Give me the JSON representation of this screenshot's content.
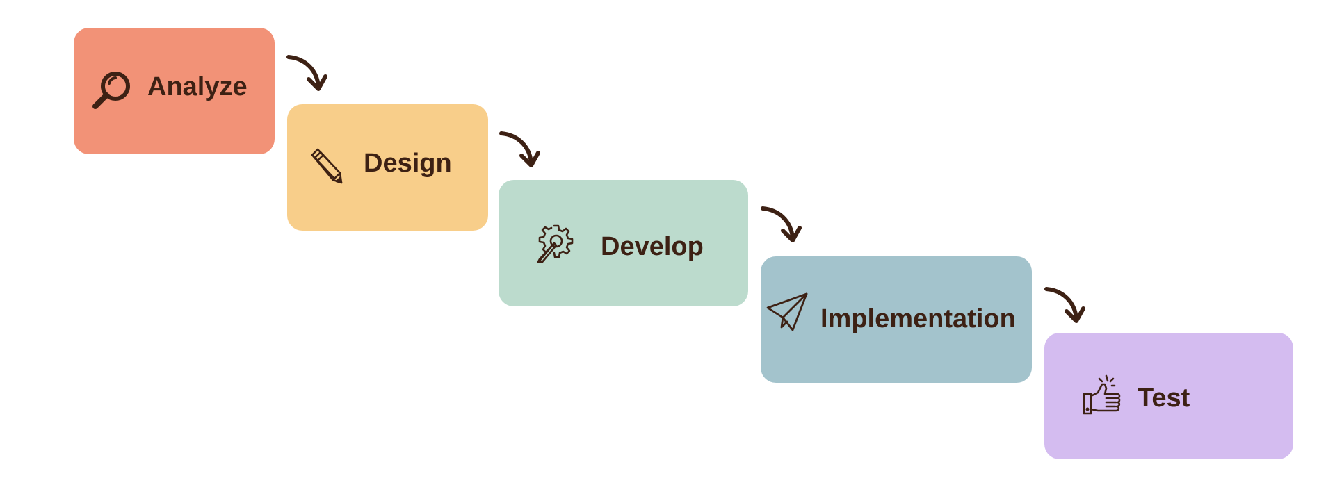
{
  "steps": [
    {
      "label": "Analyze",
      "icon": "magnifier-icon",
      "color": "#f29277"
    },
    {
      "label": "Design",
      "icon": "pencil-icon",
      "color": "#f8ce8a"
    },
    {
      "label": "Develop",
      "icon": "gear-pencil-icon",
      "color": "#bcdbcd"
    },
    {
      "label": "Implementation",
      "icon": "paper-plane-icon",
      "color": "#a3c3cc"
    },
    {
      "label": "Test",
      "icon": "thumbs-up-icon",
      "color": "#d4bcf0"
    }
  ],
  "colors": {
    "text": "#3d2114",
    "arrow": "#3d2114",
    "background": "#ffffff"
  },
  "connectors": {
    "icon": "curved-arrow-icon",
    "count": 4
  }
}
